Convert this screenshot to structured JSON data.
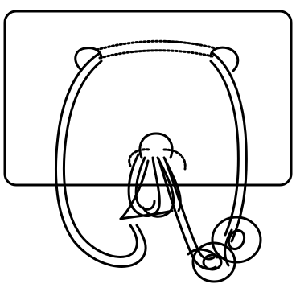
{
  "diagram": {
    "subject": "wire puzzle",
    "parts": [
      {
        "id": "board",
        "kind": "rectangular board"
      },
      {
        "id": "peg-left",
        "kind": "round knob"
      },
      {
        "id": "peg-right",
        "kind": "round knob"
      },
      {
        "id": "peg-center",
        "kind": "round knob"
      },
      {
        "id": "wire-loop",
        "kind": "long U-shaped double wire loop"
      },
      {
        "id": "ring-large",
        "kind": "ring with hole"
      },
      {
        "id": "ring-small",
        "kind": "ring with hole"
      }
    ],
    "hidden_edges": "dotted",
    "colors": {
      "ink": "#000000",
      "paper": "#ffffff"
    }
  }
}
